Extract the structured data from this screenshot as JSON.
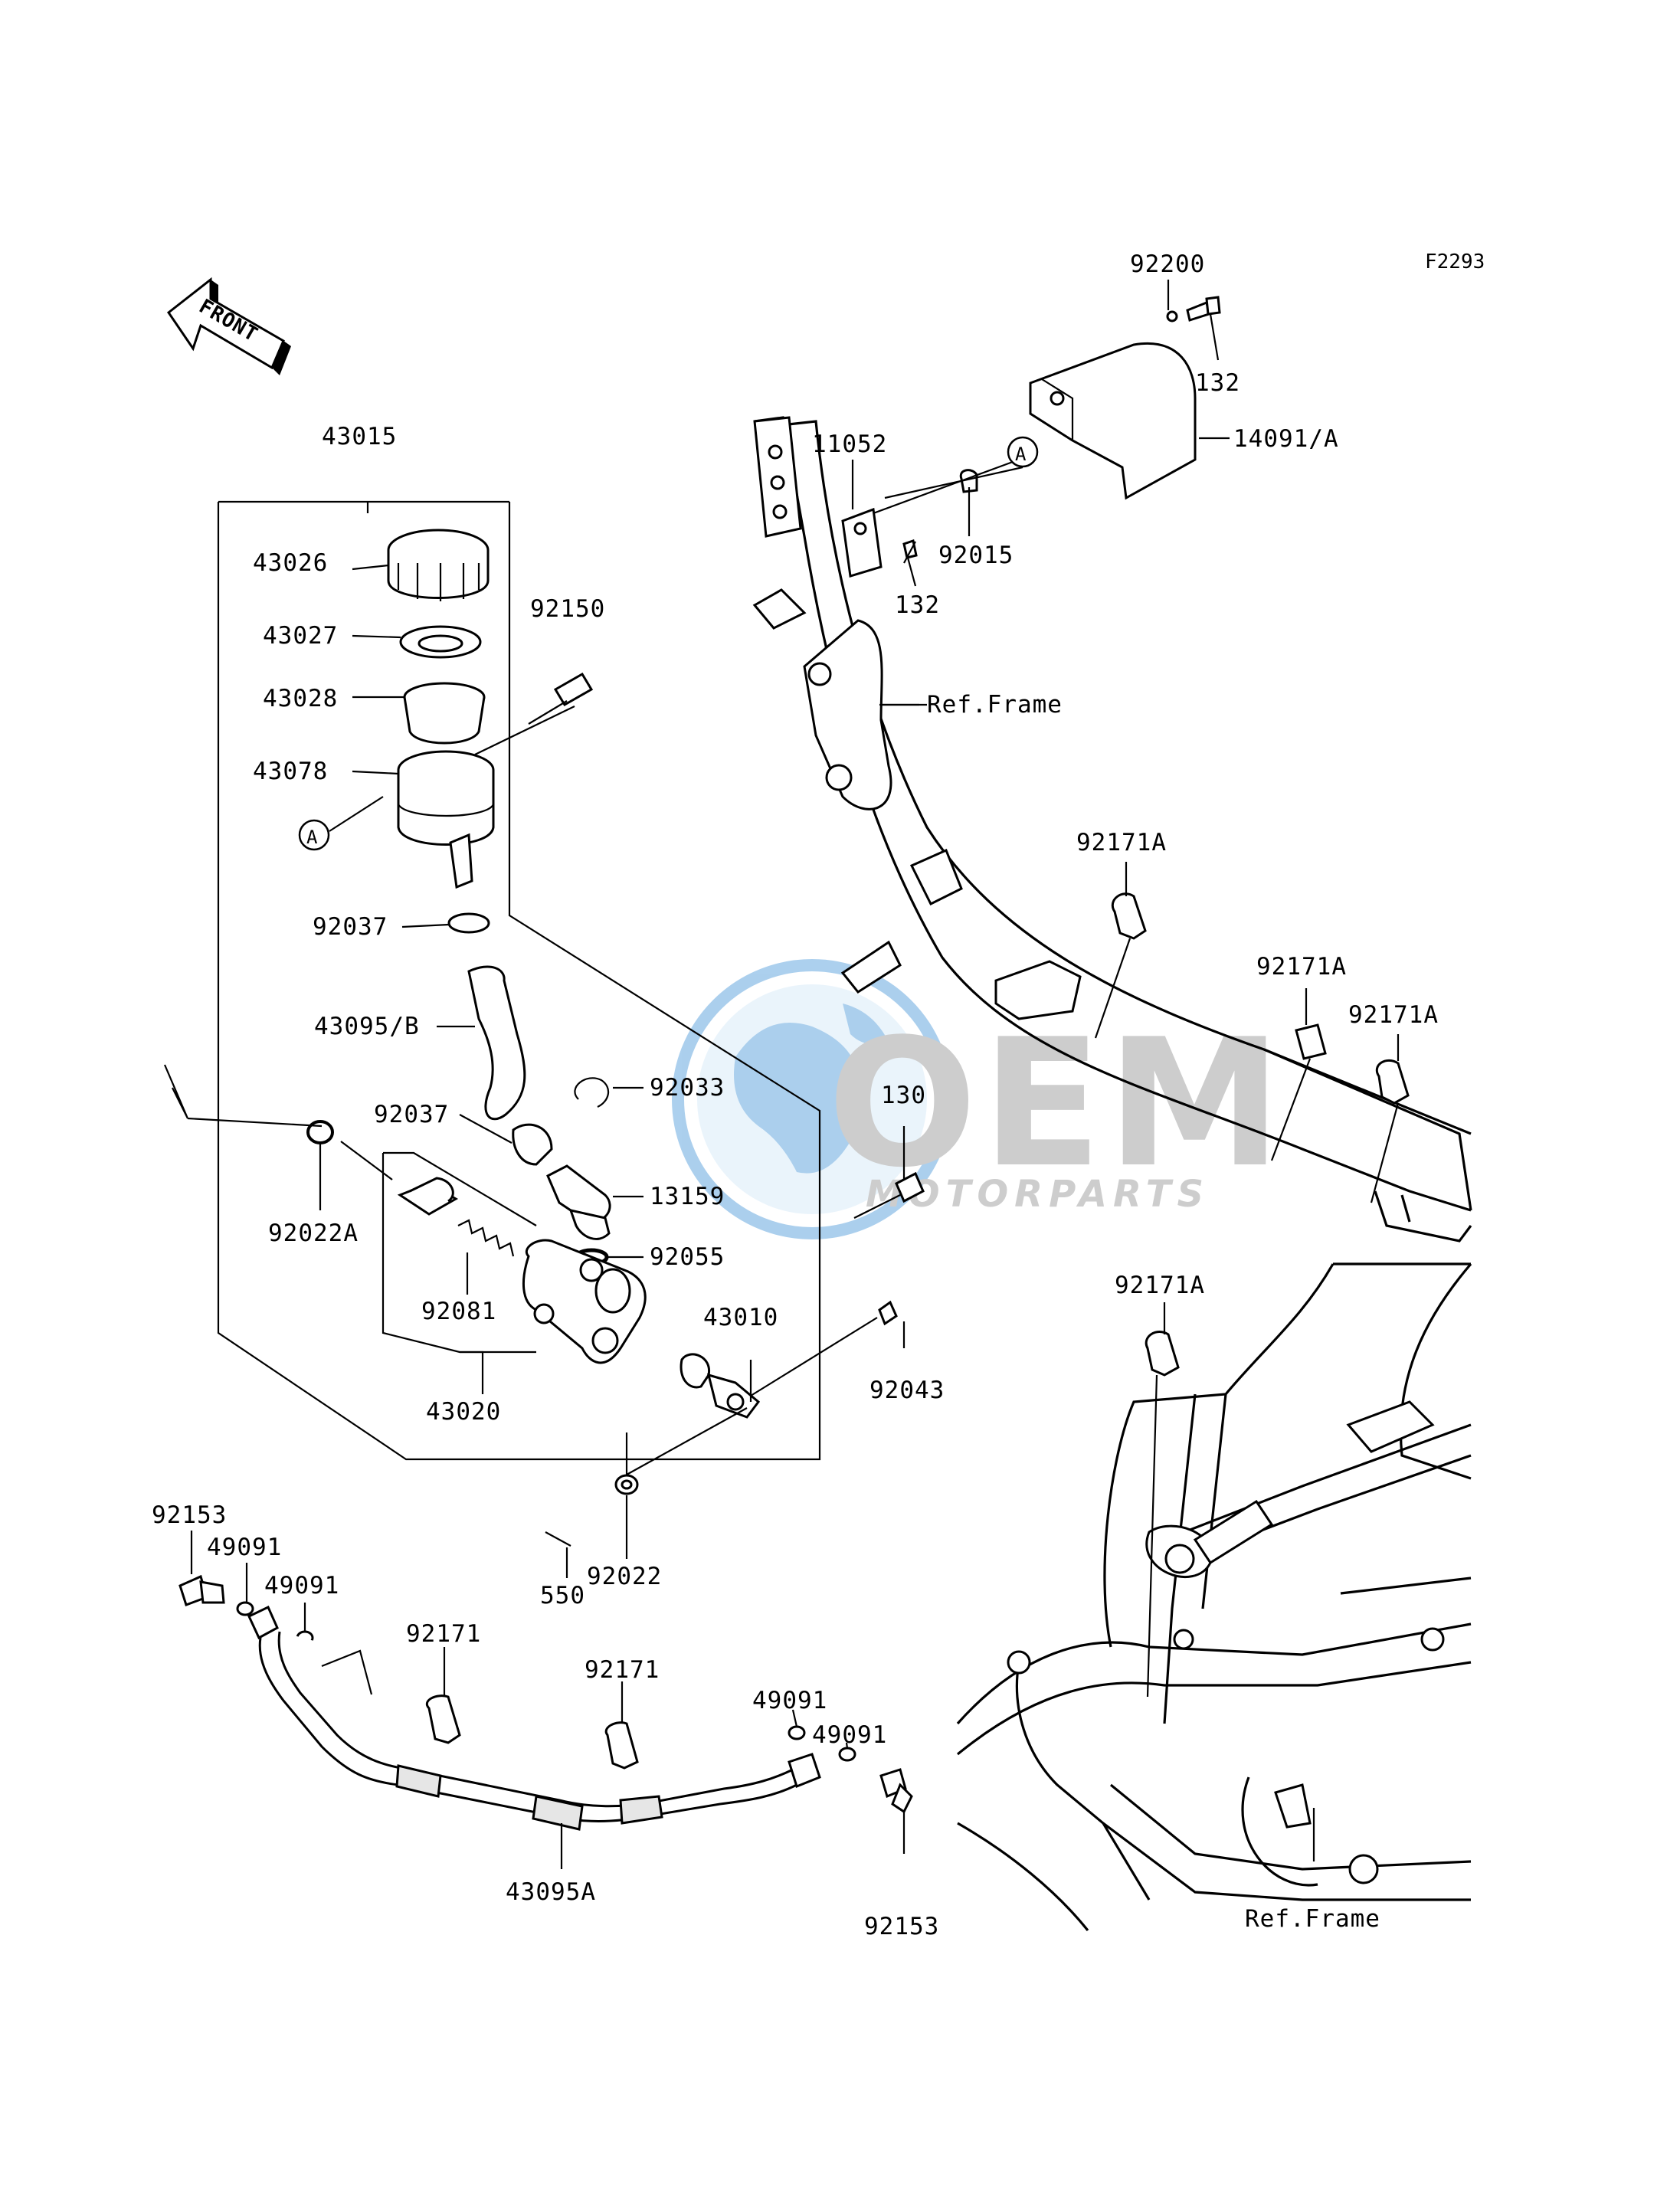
{
  "figure_code": "F2293",
  "front_arrow": {
    "text": "FRONT",
    "icon": "front-direction-arrow-icon"
  },
  "watermark": {
    "brand": "OEM",
    "sub": "MOTORPARTS",
    "icon": "globe-icon",
    "color": "#3a8fd6"
  },
  "ref_frame_label": "Ref.Frame",
  "callout_marker": "A",
  "part_labels": [
    "43015",
    "43026",
    "43027",
    "43028",
    "43078",
    "92150",
    "92037",
    "43095/B",
    "92037",
    "92033",
    "13159",
    "92055",
    "92022A",
    "92081",
    "43020",
    "43010",
    "130",
    "92043",
    "92022",
    "550",
    "92200",
    "132",
    "14091/A",
    "11052",
    "92015",
    "132",
    "92171A",
    "92171A",
    "92171A",
    "92171A",
    "92153",
    "49091",
    "49091",
    "92171",
    "92171",
    "49091",
    "49091",
    "43095A",
    "92153"
  ]
}
